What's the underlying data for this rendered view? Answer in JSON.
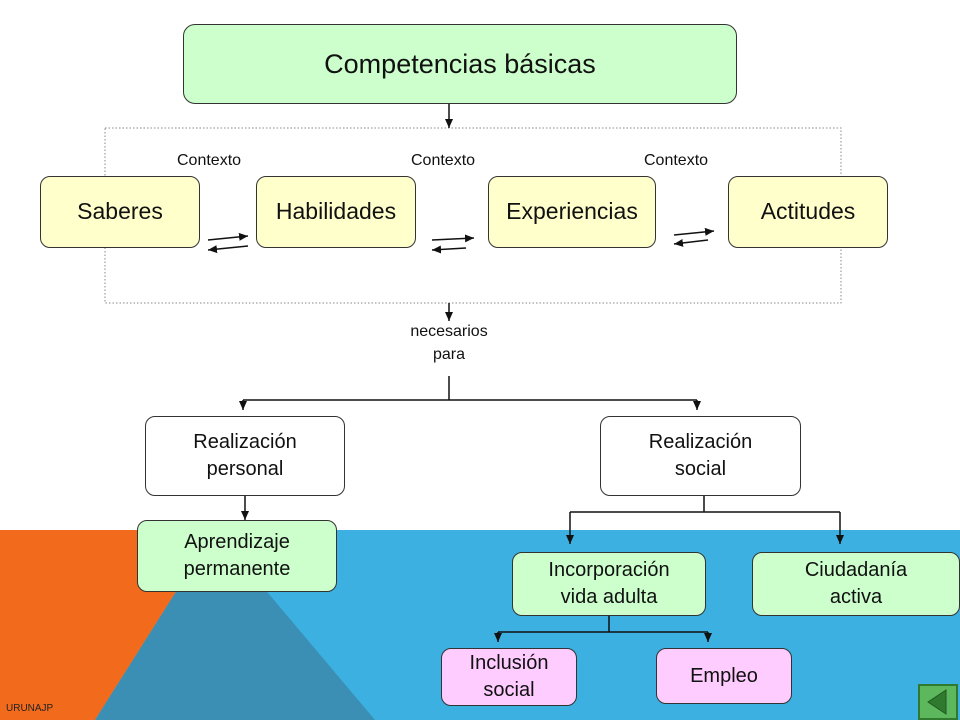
{
  "diagram": {
    "root": "Competencias básicas",
    "context_labels": [
      "Contexto",
      "Contexto",
      "Contexto"
    ],
    "components": [
      "Saberes",
      "Habilidades",
      "Experiencias",
      "Actitudes"
    ],
    "connector_label": "necesarios\npara",
    "outcomes": {
      "personal": "Realización\npersonal",
      "social": "Realización\nsocial"
    },
    "personal_children": [
      "Aprendizaje\npermanente"
    ],
    "social_children": [
      "Incorporación\nvida adulta",
      "Ciudadanía\nactiva"
    ],
    "adult_life_children": [
      "Inclusión\nsocial",
      "Empleo"
    ]
  },
  "footer": {
    "text": "URUNAJP"
  },
  "navigation": {
    "icon": "back-arrow-icon"
  },
  "colors": {
    "orange": "#f26b1d",
    "blue": "#3cb0e1",
    "steel_blue": "#3b8fb5",
    "green_node": "#ccffcc",
    "yellow_node": "#ffffcc",
    "pink_node": "#ffccff",
    "nav_button": "#5db85d"
  }
}
